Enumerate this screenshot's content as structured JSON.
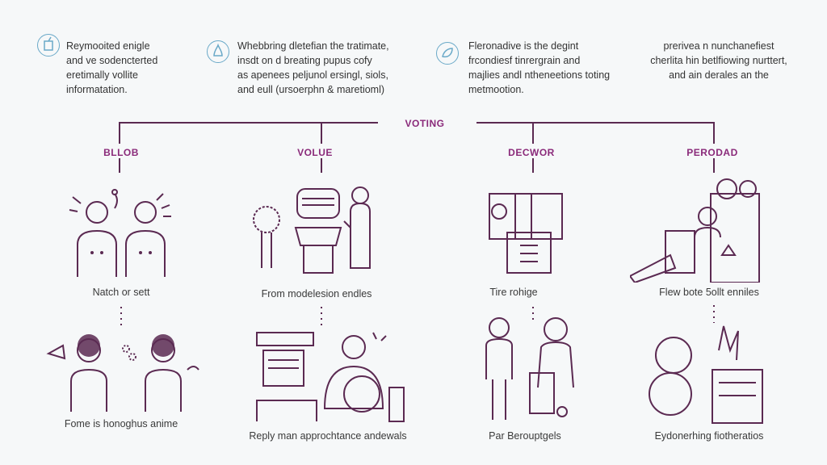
{
  "top_notes": [
    {
      "icon": "drink-cup-icon",
      "lines": [
        "Reymooited enigle",
        "and ve sodencterted",
        "eretimally vollite",
        "informatation."
      ]
    },
    {
      "icon": "hand-water-icon",
      "lines": [
        "Whebbring dletefian the tratimate,",
        "insdt on d breating pupus cofy",
        "as apenees peljunol ersingl, siols,",
        "and eull (ursoerphn & maretioml)"
      ]
    },
    {
      "icon": "leaf-circle-icon",
      "lines": [
        "Fleronadive is the degint",
        "frcondiesf tinrergrain and",
        "majlies andl ntheneetions toting",
        "metmootion."
      ]
    },
    {
      "icon": "",
      "lines": [
        "prerivea n nunchanefiest",
        "cherlita hin betlfiowing nurttert,",
        "and ain derales an the"
      ]
    }
  ],
  "center_title": "VOTING",
  "categories": [
    {
      "label": "BLLOB",
      "caption_top": "Natch or sett",
      "caption_bottom": "Fome is honoghus anime"
    },
    {
      "label": "VOLUE",
      "caption_top": "From modelesion endles",
      "caption_bottom": "Reply man approchtance andewals"
    },
    {
      "label": "DECWOR",
      "caption_top": "Tire rohige",
      "caption_bottom": "Par Berouptgels"
    },
    {
      "label": "PERODAD",
      "caption_top": "Flew bote 5ollt enniles",
      "caption_bottom": "Eydonerhing fiotheratios"
    }
  ],
  "colors": {
    "accent": "#8a2a7a",
    "stroke": "#5b2a52",
    "icon": "#6aa9c8"
  }
}
